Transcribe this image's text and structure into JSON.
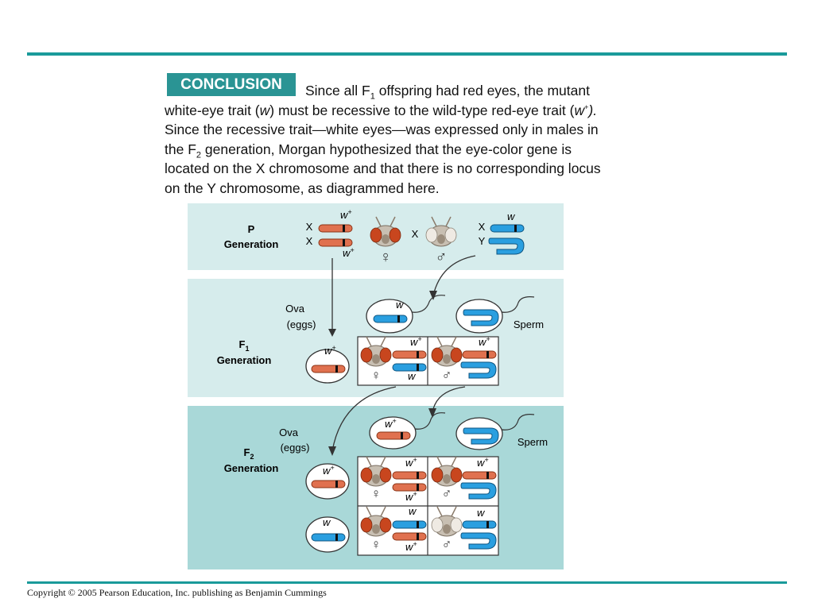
{
  "badge": "CONCLUSION",
  "paragraph": {
    "line1": "Since all F",
    "line1_sub": "1",
    "line1_rest": " offspring had red eyes, the mutant",
    "line2a": "white-eye trait (",
    "line2_w": "w",
    "line2b": ") must be recessive to the wild-type red-eye trait (",
    "line2_wplus": "w",
    "line2_plus": "+",
    "line2c": ").",
    "line3": "Since the recessive trait—white eyes—was expressed only in males in",
    "line4a": " the F",
    "line4_sub": "2",
    "line4b": " generation, Morgan hypothesized that the eye-color gene is",
    "line5": "located on the X chromosome and that there is no corresponding locus",
    "line6": "on the Y chromosome, as diagrammed here."
  },
  "diagram": {
    "p_generation": [
      "P",
      "Generation"
    ],
    "f1_generation": [
      "F",
      "1",
      "Generation"
    ],
    "f2_generation": [
      "F",
      "2",
      "Generation"
    ],
    "x_label": "X",
    "y_label": "Y",
    "cross_label": "X",
    "ova": [
      "Ova",
      "(eggs)"
    ],
    "sperm": "Sperm",
    "allele_w": "w",
    "allele_wplus": "w",
    "plus": "+",
    "female_symbol": "♀",
    "male_symbol": "♂"
  },
  "colors": {
    "rule": "#1a9a9a",
    "badge": "#2a9494",
    "band_light": "#d6ecec",
    "band_dark": "#a9d8d8",
    "red_chrom": "#e0714f",
    "blue_chrom": "#2a9fe0"
  },
  "footer": "Copyright © 2005 Pearson Education, Inc. publishing as Benjamin Cummings"
}
